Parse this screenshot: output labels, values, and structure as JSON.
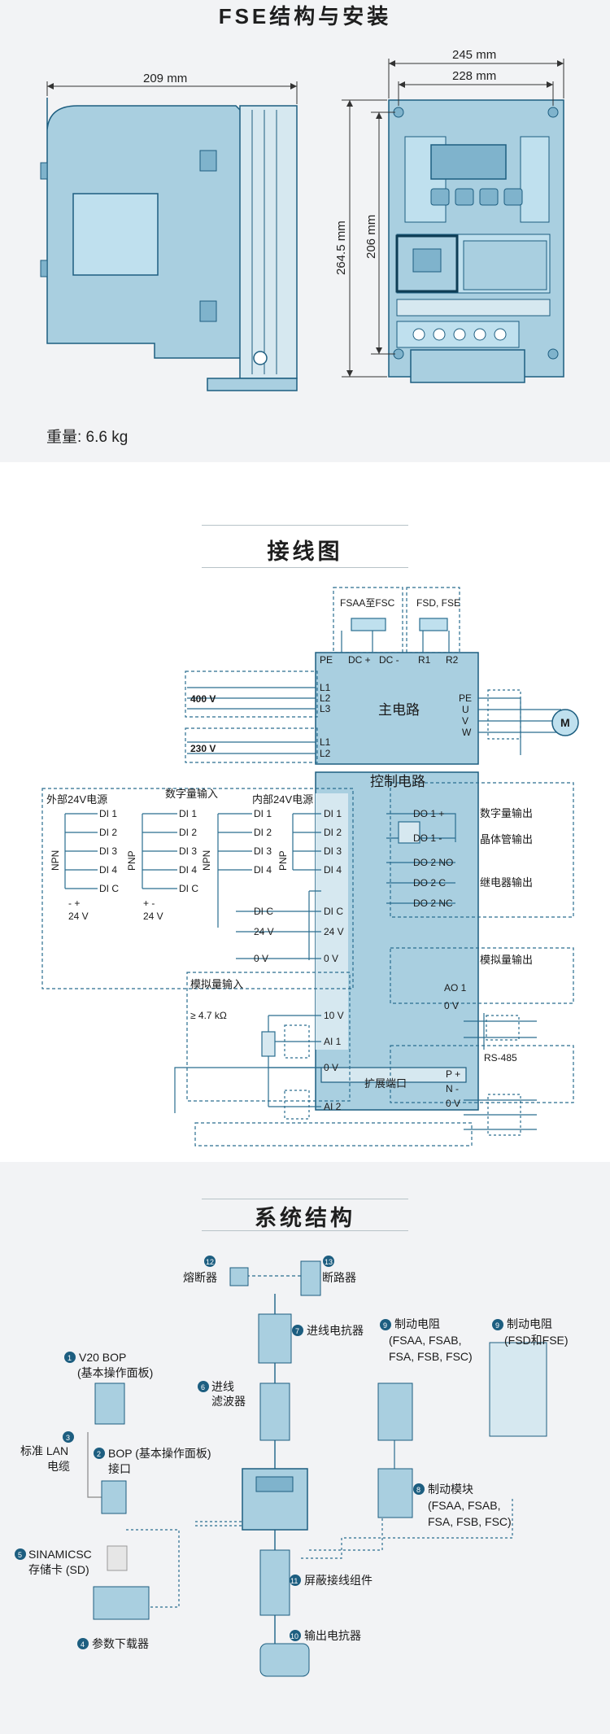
{
  "section1": {
    "title": "FSE结构与安装",
    "dim_width_side": "209 mm",
    "dim_width_front_outer": "245 mm",
    "dim_width_front_inner": "228 mm",
    "dim_height_outer": "264.5 mm",
    "dim_height_inner": "206 mm",
    "weight": "重量: 6.6 kg"
  },
  "section2": {
    "title": "接线图",
    "labels": {
      "fsaa_fsc": "FSAA至FSC",
      "fsd_fse": "FSD, FSE",
      "pe": "PE",
      "dc_plus": "DC +",
      "dc_minus": "DC -",
      "r1": "R1",
      "r2": "R2",
      "l1": "L1",
      "l2": "L2",
      "l3": "L3",
      "v400": "400 V",
      "v230": "230 V",
      "main_circuit": "主电路",
      "u": "U",
      "v": "V",
      "w": "W",
      "motor": "M",
      "control_circuit": "控制电路",
      "ext_24v": "外部24V电源",
      "digital_input": "数字量输入",
      "int_24v": "内部24V电源",
      "di1": "DI 1",
      "di2": "DI 2",
      "di3": "DI 3",
      "di4": "DI 4",
      "dic": "DI C",
      "npn": "NPN",
      "pnp": "PNP",
      "v24": "24 V",
      "v0": "0 V",
      "minus_plus": "-  +",
      "plus_minus": "+  -",
      "do1_plus": "DO 1 +",
      "do1_minus": "DO 1 -",
      "do2_no": "DO 2 NO",
      "do2_c": "DO 2 C",
      "do2_nc": "DO 2 NC",
      "digital_output": "数字量输出",
      "transistor_output": "晶体管输出",
      "relay_output": "继电器输出",
      "analog_input": "模拟量输入",
      "res": "≥ 4.7 kΩ",
      "v10": "10 V",
      "ai1": "AI 1",
      "ai2": "AI 2",
      "analog_output": "模拟量输出",
      "ao1": "AO 1",
      "ext_port": "扩展端口",
      "rs485": "RS-485",
      "p_plus": "P +",
      "n_minus": "N -"
    }
  },
  "section3": {
    "title": "系统结构",
    "items": {
      "n12": "12",
      "fuse": "熔断器",
      "n13": "13",
      "breaker": "断路器",
      "n7": "7",
      "line_reactor": "进线电抗器",
      "n9a": "9",
      "brake_res_1": "制动电阻",
      "brake_res_1_sub1": "(FSAA, FSAB,",
      "brake_res_1_sub2": "FSA, FSB, FSC)",
      "n9b": "9",
      "brake_res_2": "制动电阻",
      "brake_res_2_sub": "(FSD和FSE)",
      "n1": "1",
      "v20_bop": "V20 BOP",
      "v20_bop_sub": "(基本操作面板)",
      "n3": "3",
      "lan_1": "标准 LAN",
      "lan_2": "电缆",
      "n6": "6",
      "filter_1": "进线",
      "filter_2": "滤波器",
      "n2": "2",
      "bop_if_1": "BOP (基本操作面板)",
      "bop_if_2": "接口",
      "n8": "8",
      "brake_mod": "制动模块",
      "brake_mod_sub1": "(FSAA, FSAB,",
      "brake_mod_sub2": "FSA, FSB, FSC)",
      "n5": "5",
      "sd_1": "SINAMICSC",
      "sd_2": "存储卡 (SD)",
      "n11": "11",
      "shield": "屏蔽接线组件",
      "n4": "4",
      "downloader": "参数下载器",
      "n10": "10",
      "out_reactor": "输出电抗器"
    }
  },
  "colors": {
    "device_fill": "#a9cfe0",
    "device_dark": "#7fb3cc",
    "device_stroke": "#1d5e80",
    "wire": "#2a6d8f",
    "badge": "#1d5e80",
    "panel_bg": "#f2f3f5"
  }
}
